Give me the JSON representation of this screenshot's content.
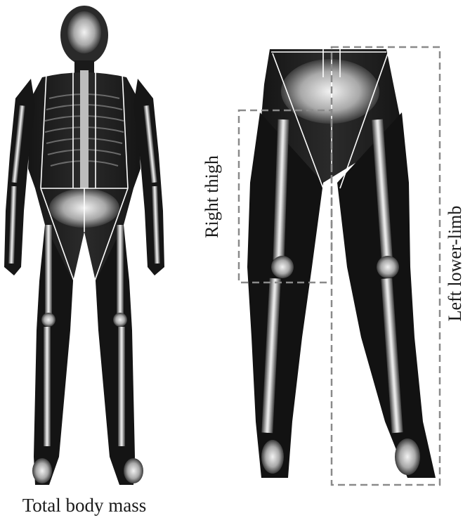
{
  "figure": {
    "total_body": {
      "caption": "Total body mass"
    },
    "lower_body": {
      "right_thigh_label": "Right thigh",
      "left_limb_label": "Left lower-limb"
    }
  },
  "colors": {
    "background": "#ffffff",
    "silhouette": "#0a0a0a",
    "bone": "#d8d8d8",
    "roi_line": "#ffffff",
    "dashed_box": "#8a8a8a",
    "text": "#1a1a1a"
  }
}
